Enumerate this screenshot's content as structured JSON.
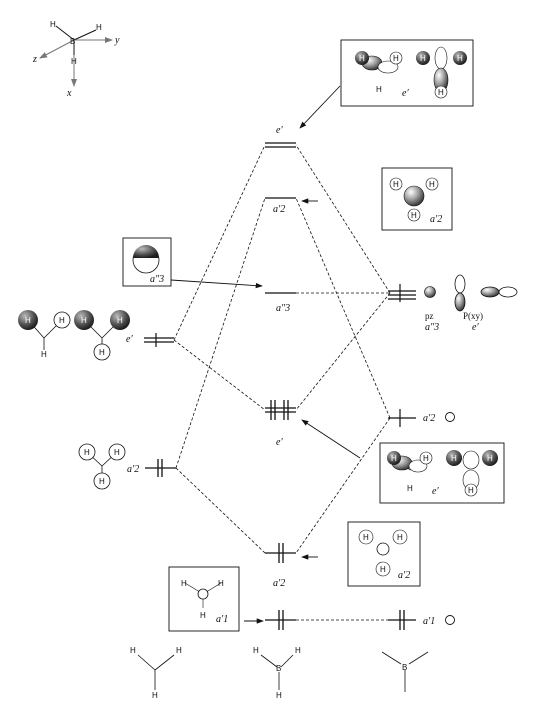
{
  "axes": {
    "atom_B": "B",
    "atom_H": "H",
    "z": "z",
    "y": "y",
    "x": "x"
  },
  "labels": {
    "e_prime_top": "e′",
    "a2_prime_upper": "a′2",
    "a2_dprime": "a″3",
    "e_prime_mid": "e′",
    "a2_prime_lower": "a′2",
    "a1_prime": "a′1",
    "left_e_prime": "e′",
    "left_a2_prime": "a′2",
    "right_a2_prime": "a′2",
    "right_a1_prime": "a′1",
    "pz": "pz",
    "pz_sym": "a″3",
    "pxy": "P(xy)",
    "pxy_sym": "e′"
  },
  "boxes": {
    "box_top_e": {
      "sub": "e′",
      "h": "H"
    },
    "box_a2": {
      "sub": "a′2",
      "h": "H"
    },
    "box_a2dp": {
      "sub": "a″3"
    },
    "box_mid_e": {
      "sub": "e′",
      "h": "H"
    },
    "box_a2_low": {
      "sub": "a′2",
      "h": "H"
    },
    "box_a1": {
      "sub": "a′1",
      "h": "H"
    }
  },
  "molecules": {
    "bottom_B": "B",
    "h": "H"
  }
}
